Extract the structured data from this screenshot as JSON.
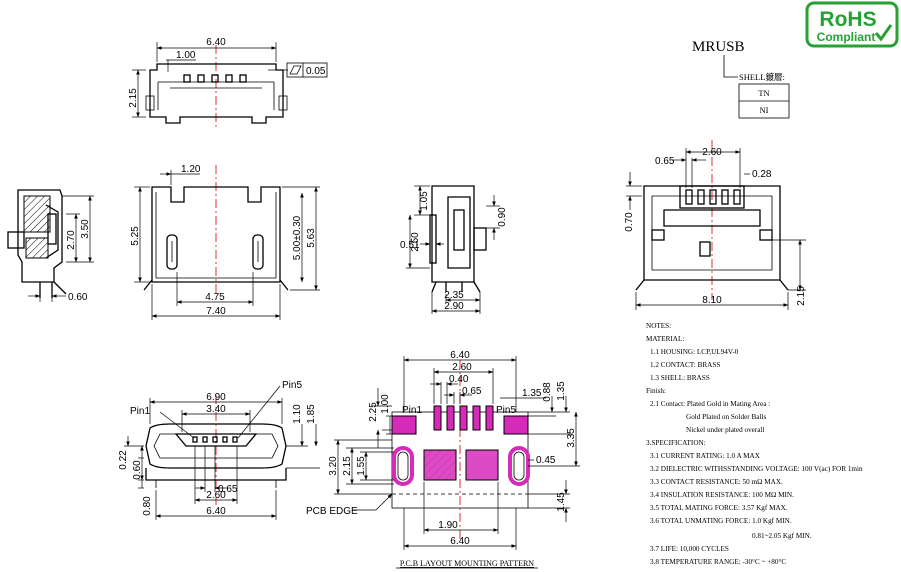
{
  "logo": {
    "line1": "RoHS",
    "line2": "Compliant"
  },
  "part_number": "MRUSB",
  "shell_table": {
    "header": "SHELL鍍層:",
    "rows": [
      "TN",
      "NI"
    ]
  },
  "flatness": {
    "value": "0.05"
  },
  "top_view": {
    "width": "6.40",
    "pin_offset": "1.00",
    "height": "2.15"
  },
  "side_view": {
    "h1": "2.70",
    "h2": "3.50",
    "base": "0.60"
  },
  "front_view": {
    "notch": "1.20",
    "height_a": "5.25",
    "height_b": "5.00±0.30",
    "height_c": "5.63",
    "inner_width": "4.75",
    "outer_width": "7.40"
  },
  "profile_view": {
    "d1": "1.05",
    "d2": "0.90",
    "d3": "2.50",
    "d4": "0.51",
    "d5": "2.35",
    "d6": "2.90"
  },
  "end_view": {
    "pitch_span": "2.60",
    "pitch": "0.65",
    "pin_w": "0.28",
    "h": "0.70",
    "width": "8.10",
    "foot": "2.15"
  },
  "bottom_view": {
    "pin5": "Pin5",
    "pin1": "Pin1",
    "w1": "6.90",
    "w2": "3.40",
    "h1": "1.10",
    "h2": "1.85",
    "d1": "0.22",
    "d2": "0.60",
    "pitch": "0.65",
    "span": "2.60",
    "d3": "0.80",
    "width": "6.40"
  },
  "pcb": {
    "w_total": "6.40",
    "pad_span": "2.60",
    "pad_w": "0.40",
    "pitch": "0.65",
    "pin1": "Pin1",
    "pin5": "Pin5",
    "off_a": "2.25",
    "off_b": "1.00",
    "r1": "1.35",
    "r2": "0.88",
    "r3": "1.35",
    "r4": "3.35",
    "slot": "0.45",
    "h1": "3.20",
    "h2": "2.15",
    "h3": "1.55",
    "pad_gap": "1.90",
    "bottom_w": "6.40",
    "edge_h": "1.45",
    "edge_label": "PCB EDGE",
    "caption": "P.C.B LAYOUT MOUNTING PATTERN"
  },
  "notes": [
    "NOTES:",
    "MATERIAL:",
    "1.1 HOUSING: LCP,UL94V-0",
    "1.2 CONTACT: BRASS",
    "1.3 SHELL: BRASS",
    "Finish:",
    "2.1 Contact: Plated Gold in Mating Area :",
    "Gold Plated on Solder Balls",
    "Nickel under plated overall",
    "3.SPECIFICATION:",
    "3.1 CURRENT RATING: 1.0 A MAX",
    "3.2 DIELECTRIC WITHSSTANDING VOLTAGE: 100 V(ac) FOR 1min",
    "3.3 CONTACT RESISTANCE: 50 mΩ MAX.",
    "3.4 INSULATION RESISTANCE: 100 MΩ  MIN.",
    "3.5 TOTAL MATING FORCE: 3.57 Kgf MAX.",
    "3.6 TOTAL UNMATING FORCE: 1.0 Kgf MIN.",
    "0.81~2.05 Kgf MIN.",
    "3.7 LIFE: 10,000 CYCLES",
    "3.8 TEMPERATURE RANGE: -30°C ~ +80°C"
  ]
}
